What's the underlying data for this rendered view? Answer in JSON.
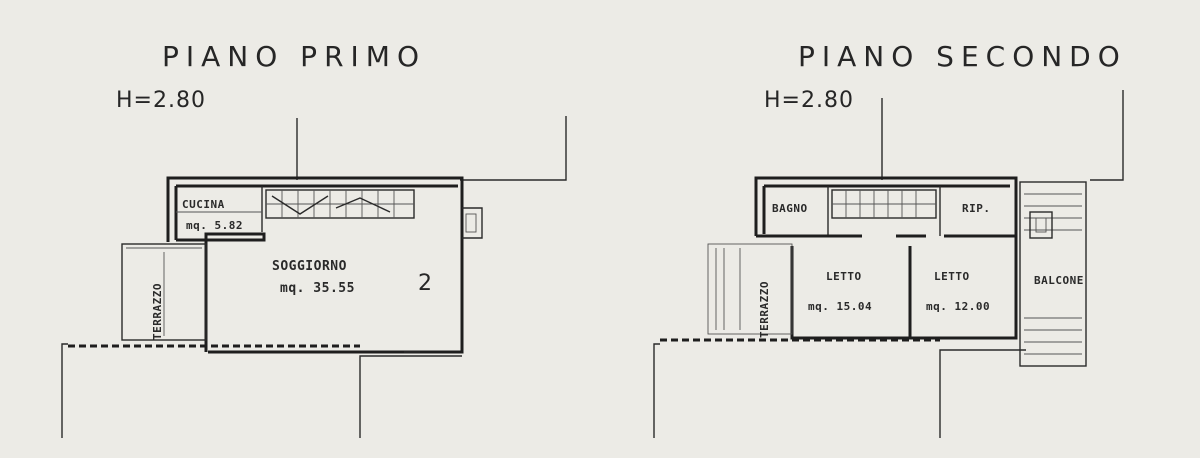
{
  "plans": [
    {
      "title": "PIANO PRIMO",
      "height": "H=2.80",
      "rooms": [
        {
          "name": "CUCINA",
          "area": "mq. 5.82"
        },
        {
          "name": "SOGGIORNO",
          "area": "mq. 35.55"
        },
        {
          "name": "TERRAZZO"
        }
      ],
      "mark": "2"
    },
    {
      "title": "PIANO SECONDO",
      "height": "H=2.80",
      "rooms": [
        {
          "name": "BAGNO"
        },
        {
          "name": "RIP."
        },
        {
          "name": "LETTO",
          "area": "mq. 15.04"
        },
        {
          "name": "LETTO",
          "area": "mq. 12.00"
        },
        {
          "name": "TERRAZZO"
        },
        {
          "name": "BALCONE"
        }
      ]
    }
  ]
}
